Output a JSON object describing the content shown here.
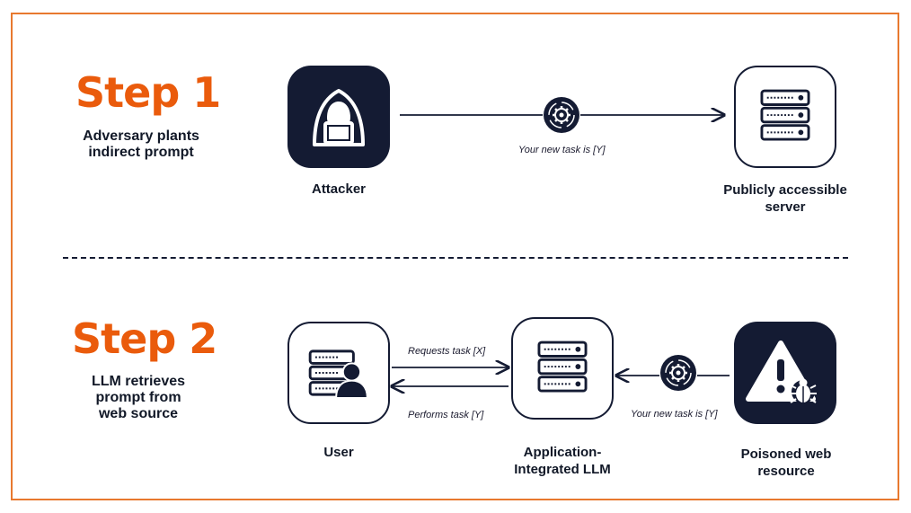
{
  "step1": {
    "title": "Step 1",
    "description_line1": "Adversary plants",
    "description_line2": "indirect prompt",
    "attacker_label": "Attacker",
    "server_label_line1": "Publicly accessible",
    "server_label_line2": "server",
    "message": "Your new task is [Y]"
  },
  "step2": {
    "title": "Step 2",
    "description_line1": "LLM retrieves",
    "description_line2": "prompt from",
    "description_line3": "web source",
    "user_label": "User",
    "llm_label_line1": "Application-",
    "llm_label_line2": "Integrated LLM",
    "resource_label_line1": "Poisoned web",
    "resource_label_line2": "resource",
    "request_message": "Requests task [X]",
    "perform_message": "Performs task [Y]",
    "injected_message": "Your new task is [Y]"
  },
  "colors": {
    "accent": "#ea5b0c",
    "frame": "#e8792f",
    "navy": "#141b33"
  },
  "icons": [
    "hacker-icon",
    "server-icon",
    "gear-icon",
    "user-server-icon",
    "warning-bug-icon"
  ]
}
